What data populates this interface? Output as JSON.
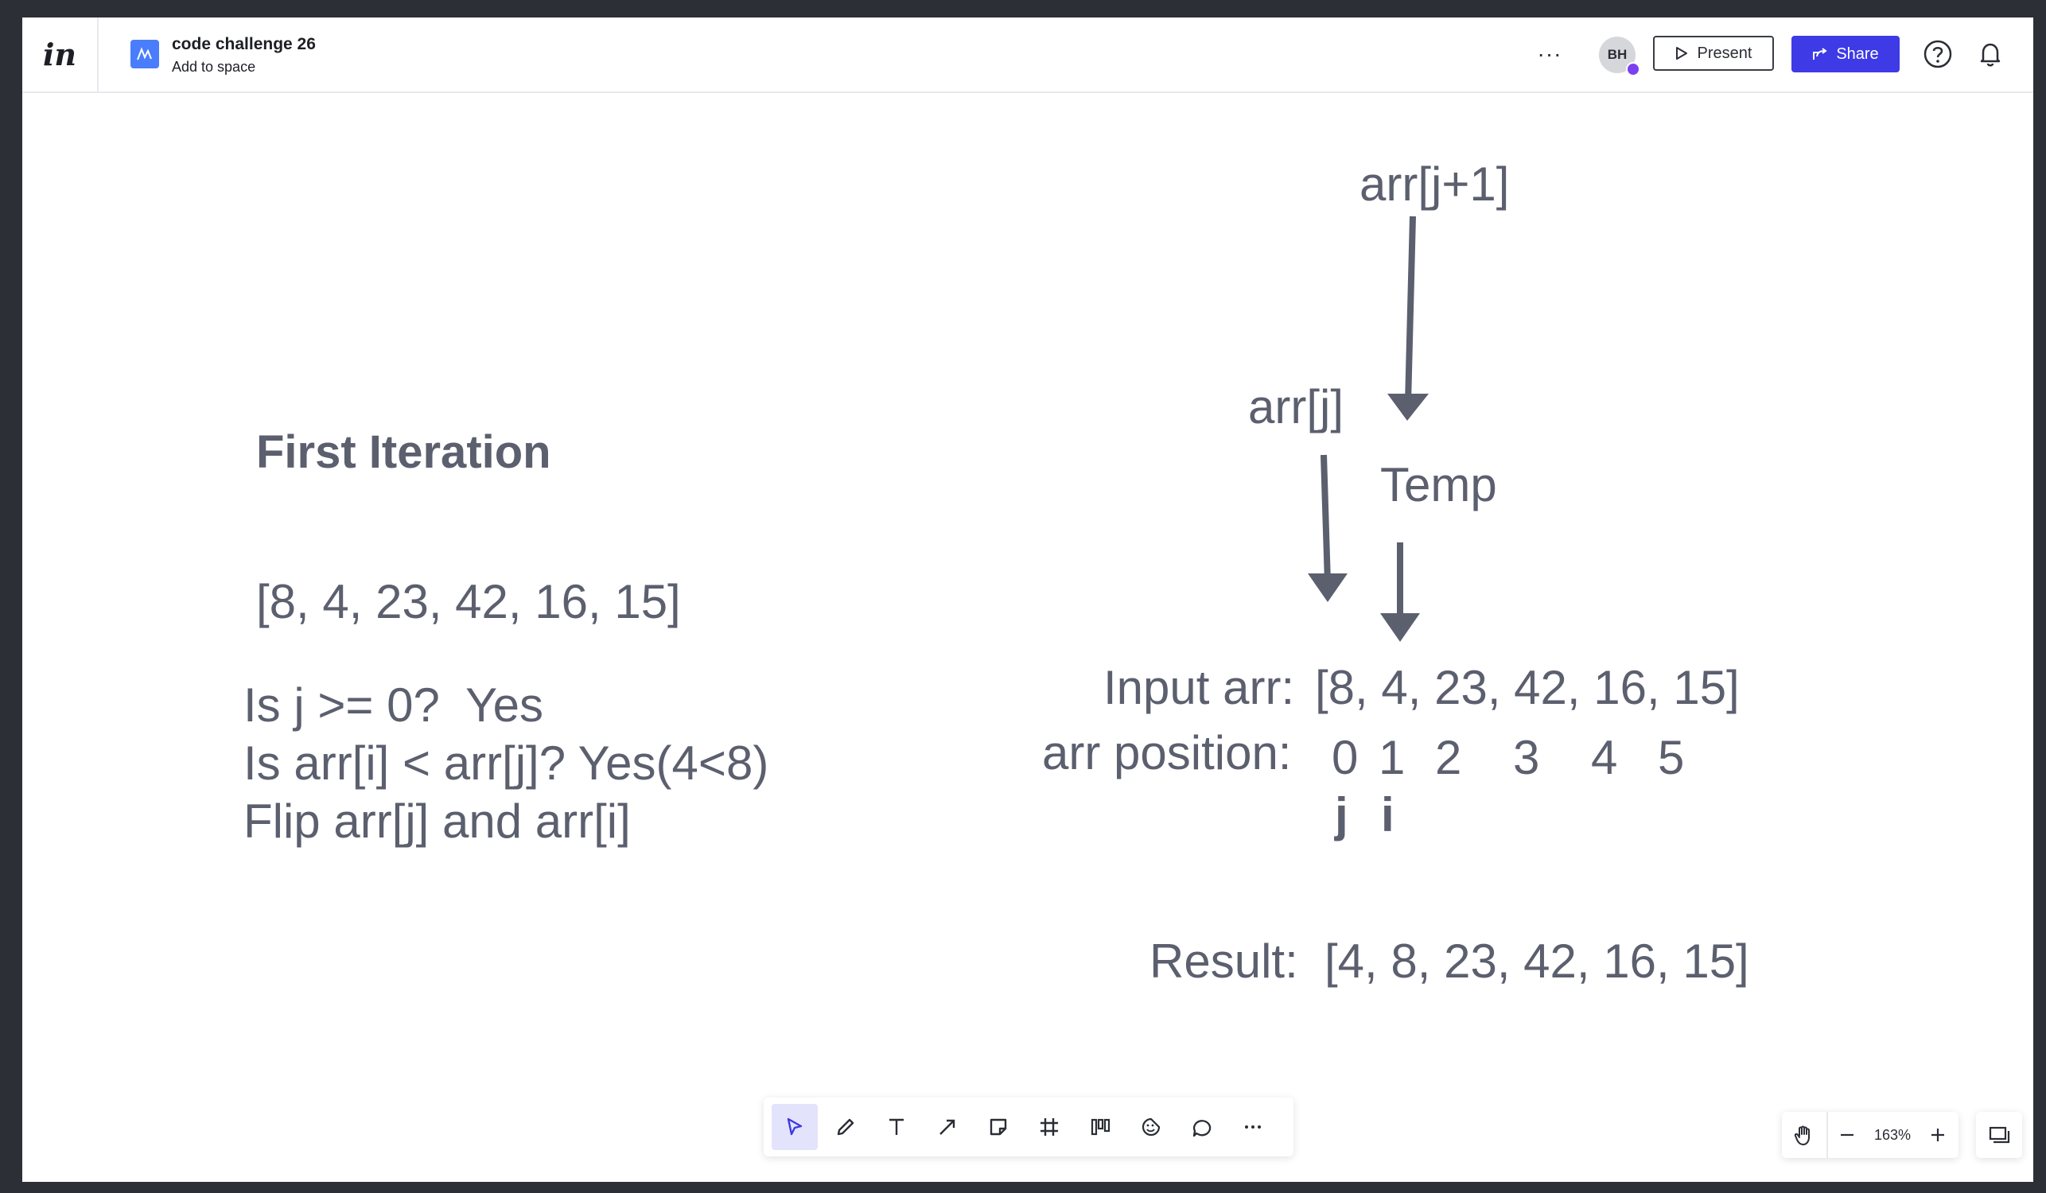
{
  "app": {
    "logo_text": "in"
  },
  "document": {
    "title": "code challenge 26",
    "subtitle": "Add to space"
  },
  "header": {
    "more_label": "···",
    "avatar_initials": "BH",
    "present_label": "Present",
    "share_label": "Share"
  },
  "canvas": {
    "heading": "First Iteration",
    "array_initial": "[8, 4, 23, 42, 16, 15]",
    "question_1": "Is j >= 0?  Yes",
    "question_2": "Is arr[i] < arr[j]? Yes(4<8)",
    "action": "Flip arr[j] and arr[i]",
    "label_arr_j1": "arr[j+1]",
    "label_arr_j": "arr[j]",
    "label_temp": "Temp",
    "input_label": "Input arr:",
    "input_value": "[8, 4, 23, 42, 16, 15]",
    "position_label": "arr position:",
    "positions": [
      "0",
      "1",
      "2",
      "3",
      "4",
      "5"
    ],
    "pointer_j": "j",
    "pointer_i": "i",
    "result_label": "Result:",
    "result_value": "[4, 8, 23, 42, 16, 15]"
  },
  "toolbar": {
    "tools": [
      "select-icon",
      "pencil-icon",
      "text-icon",
      "line-icon",
      "sticky-note-icon",
      "frame-icon",
      "layout-icon",
      "sticker-icon",
      "comment-icon",
      "more-icon"
    ]
  },
  "zoom": {
    "level": "163%"
  },
  "colors": {
    "accent": "#3d3ae6",
    "canvas_ink": "#5b5f6e",
    "tool_active": "#e3e4fb"
  }
}
